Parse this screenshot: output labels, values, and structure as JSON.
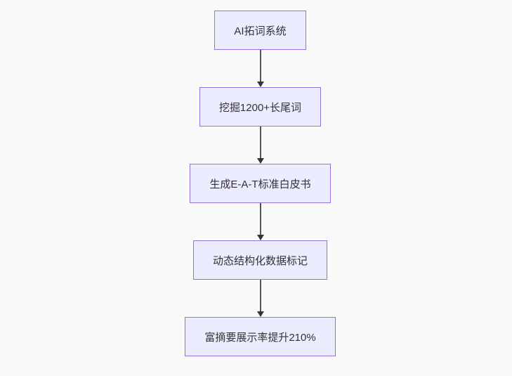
{
  "diagram": {
    "type": "flowchart",
    "direction": "top-down",
    "nodes": [
      {
        "id": "node-1",
        "label": "AI拓词系统"
      },
      {
        "id": "node-2",
        "label": "挖掘1200+长尾词"
      },
      {
        "id": "node-3",
        "label": "生成E-A-T标准白皮书"
      },
      {
        "id": "node-4",
        "label": "动态结构化数据标记"
      },
      {
        "id": "node-5",
        "label": "富摘要展示率提升210%"
      }
    ],
    "edges": [
      {
        "from": "node-1",
        "to": "node-2"
      },
      {
        "from": "node-2",
        "to": "node-3"
      },
      {
        "from": "node-3",
        "to": "node-4"
      },
      {
        "from": "node-4",
        "to": "node-5"
      }
    ],
    "colors": {
      "node_fill": "#ECECFF",
      "node_border": "#9370DB",
      "arrow_shaft": "#555555",
      "arrow_head": "#333333",
      "text": "#333333",
      "background": "#fafafa"
    }
  }
}
